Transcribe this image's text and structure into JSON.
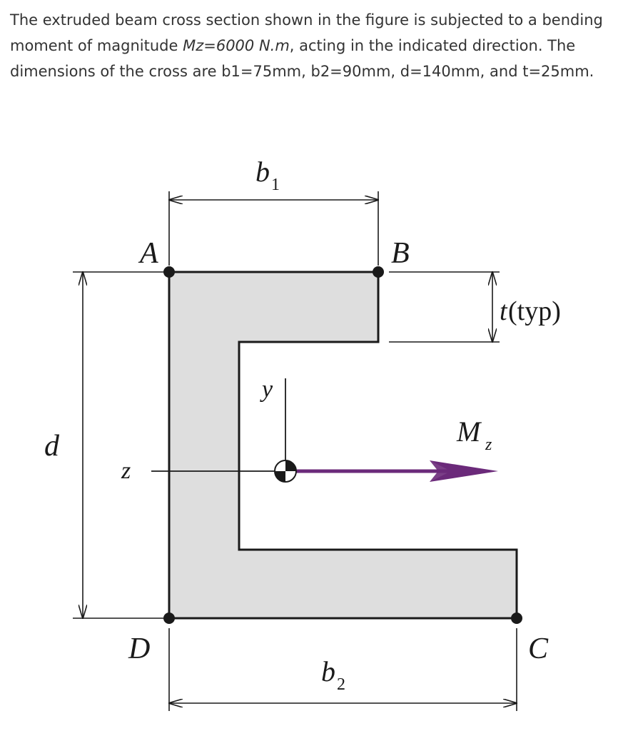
{
  "problem": {
    "part1": "The extruded beam cross section shown in the figure is subjected to a bending moment of magnitude ",
    "moment": "Mz=6000 N.m",
    "part2": ", acting in the indicated direction. The dimensions of the cross are b1=75mm, b2=90mm, d=140mm, and t=25mm."
  },
  "figure": {
    "b1": "b",
    "b1_sub": "1",
    "b2": "b",
    "b2_sub": "2",
    "d": "d",
    "t_typ": "t",
    "t_typ_suffix": " (typ)",
    "point_a": "A",
    "point_b": "B",
    "point_c": "C",
    "point_d": "D",
    "axis_y": "y",
    "axis_z": "z",
    "moment": "M",
    "moment_sub": "z",
    "colors": {
      "section_fill": "#dedede",
      "outline": "#1a1a1a",
      "moment_arrow": "#6b2a7a"
    }
  }
}
